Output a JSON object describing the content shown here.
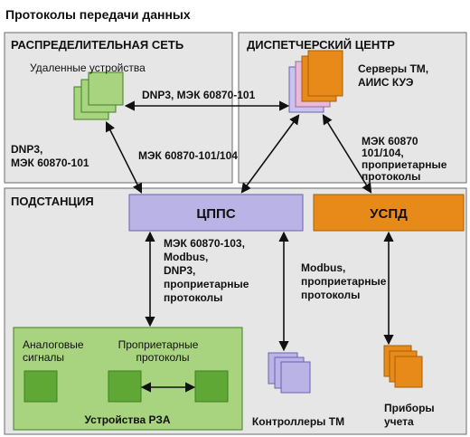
{
  "title": "Протоколы передачи данных",
  "regions": {
    "distribution": {
      "label": "РАСПРЕДЕЛИТЕЛЬНАЯ СЕТЬ"
    },
    "dispatch": {
      "label": "ДИСПЕТЧЕРСКИЙ ЦЕНТР"
    },
    "substation": {
      "label": "ПОДСТАНЦИЯ"
    }
  },
  "nodes": {
    "remote_devices": {
      "label": "Удаленные устройства"
    },
    "servers": {
      "label_line1": "Серверы ТМ,",
      "label_line2": "АИИС КУЭ"
    },
    "cpps": {
      "label": "ЦППС"
    },
    "uspd": {
      "label": "УСПД"
    },
    "rza_group": {
      "title": "Устройства РЗА",
      "analog_line1": "Аналоговые",
      "analog_line2": "сигналы",
      "prop_line1": "Проприетарные",
      "prop_line2": "протоколы"
    },
    "controllers": {
      "label": "Контроллеры ТМ"
    },
    "meters": {
      "label_line1": "Приборы",
      "label_line2": "учета"
    }
  },
  "links": {
    "remote_to_servers": "DNP3, МЭК 60870-101",
    "remote_to_cpps_line1": "DNP3,",
    "remote_to_cpps_line2": "МЭК 60870-101",
    "cpps_to_servers": "МЭК 60870-101/104",
    "servers_to_uspd_line1": "МЭК 60870",
    "servers_to_uspd_line2": "101/104,",
    "servers_to_uspd_line3": "проприетарные",
    "servers_to_uspd_line4": "протоколы",
    "cpps_to_rza_line1": "МЭК 60870-103,",
    "cpps_to_rza_line2": "Modbus,",
    "cpps_to_rza_line3": "DNP3,",
    "cpps_to_rza_line4": "проприетарные",
    "cpps_to_rza_line5": "протоколы",
    "cpps_to_controllers_line1": "Modbus,",
    "cpps_to_controllers_line2": "проприетарные",
    "cpps_to_controllers_line3": "протоколы"
  },
  "colors": {
    "region_fill": "#e6e6e6",
    "region_stroke": "#6b6b6b",
    "green_fill": "#a9d47f",
    "green_dark": "#5fa836",
    "green_stroke": "#3f7f20",
    "purple_fill": "#b9b3e6",
    "purple_stroke": "#6a62b0",
    "orange_fill": "#e88a1a",
    "orange_stroke": "#a85e08",
    "server_pink": "#e8b9d8",
    "server_lav": "#c9c3ef"
  }
}
